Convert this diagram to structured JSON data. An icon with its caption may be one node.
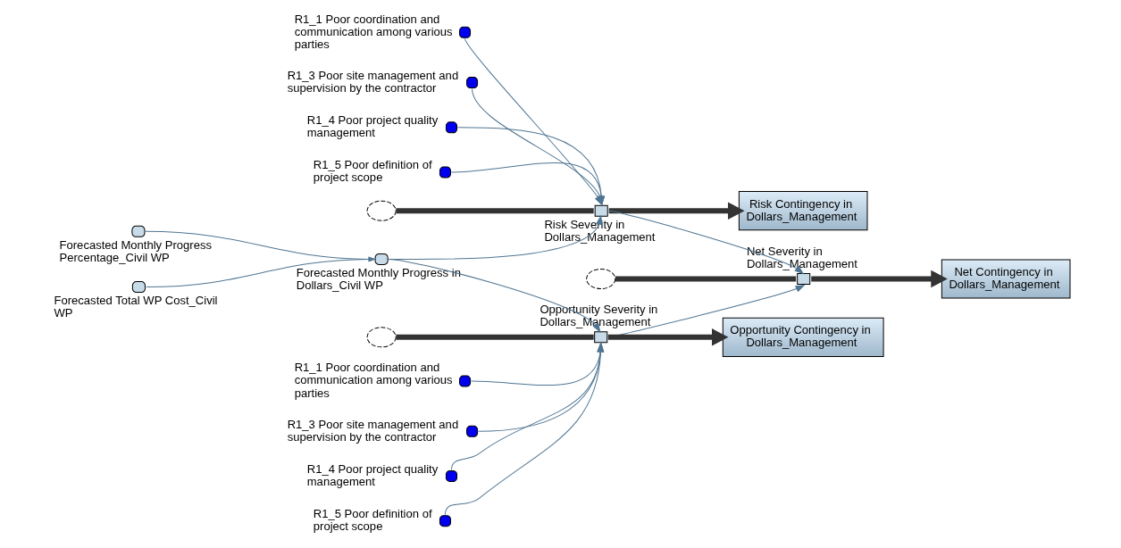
{
  "diagram": {
    "nodes": [
      {
        "text": [
          "R1_1 Poor coordination and communication among various parties"
        ]
      },
      {
        "text": [
          "R1_3 Poor site management and supervision by the contractor"
        ]
      },
      {
        "text": [
          "R1_4 Poor project quality management"
        ]
      },
      {
        "text": [
          "R1_5 Poor definition of project scope"
        ]
      },
      {
        "text": [],
        "shape": "cloud"
      },
      {
        "text": [
          "Risk Severity in Dollars_Management"
        ]
      },
      {
        "text": [
          "Risk Contingency in Dollars_Management"
        ]
      },
      {
        "text": [
          "Forecasted Monthly Progress Percentage_Civil WP"
        ]
      },
      {
        "text": [
          "Forecasted Monthly Progress in Dollars_Civil WP"
        ]
      },
      {
        "text": [
          "Forecasted Total WP Cost_Civil WP"
        ]
      },
      {
        "text": [],
        "shape": "cloud"
      },
      {
        "text": [
          "Net Severity in Dollars_Management"
        ]
      },
      {
        "text": [
          "Net Contingency in Dollars_Management"
        ]
      },
      {
        "text": [],
        "shape": "cloud"
      },
      {
        "text": [
          "Opportunity Severity in Dollars_Management"
        ]
      },
      {
        "text": [
          "Opportunity Contingency in Dollars_Management"
        ]
      },
      {
        "text": [
          "R1_1 Poor coordination and communication among various parties"
        ]
      },
      {
        "text": [
          "R1_3 Poor site management and supervision by the contractor"
        ]
      },
      {
        "text": [
          "R1_4 Poor project quality management"
        ]
      },
      {
        "text": [
          "R1_5 Poor definition of project scope"
        ]
      }
    ],
    "edges": [
      {
        "from": 4,
        "to": 5,
        "arrow": "none",
        "style": "thick",
        "color": "#333333"
      },
      {
        "from": 5,
        "to": 6,
        "arrow": "to",
        "style": "thick",
        "color": "#333333"
      },
      {
        "from": 0,
        "to": 5,
        "arrow": "to"
      },
      {
        "from": 1,
        "to": 5,
        "arrow": "to"
      },
      {
        "from": 2,
        "to": 5,
        "arrow": "to"
      },
      {
        "from": 3,
        "to": 5,
        "arrow": "to"
      },
      {
        "from": 7,
        "to": 8,
        "arrow": "to"
      },
      {
        "from": 9,
        "to": 8,
        "arrow": "to"
      },
      {
        "from": 8,
        "to": 5,
        "arrow": "to"
      },
      {
        "from": 8,
        "to": 14,
        "arrow": "to"
      },
      {
        "from": 10,
        "to": 11,
        "arrow": "none",
        "style": "thick",
        "color": "#333333"
      },
      {
        "from": 11,
        "to": 12,
        "arrow": "to",
        "style": "thick",
        "color": "#333333"
      },
      {
        "from": 5,
        "to": 11,
        "arrow": "to"
      },
      {
        "from": 14,
        "to": 11,
        "arrow": "to"
      },
      {
        "from": 13,
        "to": 14,
        "arrow": "none",
        "style": "thick",
        "color": "#333333"
      },
      {
        "from": 14,
        "to": 15,
        "arrow": "to",
        "style": "thick",
        "color": "#333333"
      },
      {
        "from": 16,
        "to": 14,
        "arrow": "to"
      },
      {
        "from": 17,
        "to": 14,
        "arrow": "to"
      },
      {
        "from": 18,
        "to": 14,
        "arrow": "to"
      },
      {
        "from": 19,
        "to": 14,
        "arrow": "to"
      }
    ]
  }
}
